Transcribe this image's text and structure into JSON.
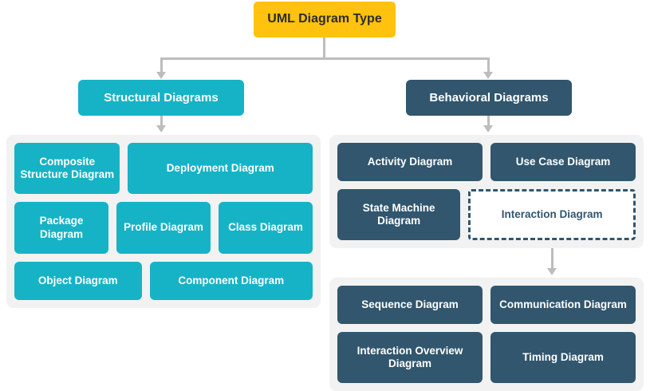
{
  "root": {
    "label": "UML Diagram Type",
    "color": "#ffc20e",
    "text_color": "#2b2b2b"
  },
  "colors": {
    "structural": "#16b3c6",
    "behavioral": "#31566e",
    "panel": "#f2f2f2",
    "connector": "#bdbdbd",
    "dashed_node_fill": "#ffffff"
  },
  "branches": {
    "structural": {
      "label": "Structural Diagrams",
      "groups": [
        {
          "rows": [
            [
              {
                "label": "Composite Structure Diagram",
                "style": "teal",
                "flex": 102
              },
              {
                "label": "Deployment Diagram",
                "style": "teal",
                "flex": 186
              }
            ],
            [
              {
                "label": "Package Diagram",
                "style": "teal",
                "flex": 1
              },
              {
                "label": "Profile Diagram",
                "style": "teal",
                "flex": 1
              },
              {
                "label": "Class Diagram",
                "style": "teal",
                "flex": 1
              }
            ],
            [
              {
                "label": "Object Diagram",
                "style": "teal",
                "flex": 164
              },
              {
                "label": "Component Diagram",
                "style": "teal",
                "flex": 214
              }
            ]
          ]
        }
      ]
    },
    "behavioral": {
      "label": "Behavioral Diagrams",
      "groups": [
        {
          "rows": [
            [
              {
                "label": "Activity Diagram",
                "style": "navy",
                "flex": 1
              },
              {
                "label": "Use Case Diagram",
                "style": "navy",
                "flex": 1
              }
            ],
            [
              {
                "label": "State Machine Diagram",
                "style": "navy",
                "flex": 161
              },
              {
                "label": "Interaction Diagram",
                "style": "dashed",
                "flex": 217
              }
            ]
          ]
        },
        {
          "rows": [
            [
              {
                "label": "Sequence Diagram",
                "style": "navy",
                "flex": 1
              },
              {
                "label": "Communication Diagram",
                "style": "navy",
                "flex": 1
              }
            ],
            [
              {
                "label": "Interaction Overview Diagram",
                "style": "navy",
                "flex": 1
              },
              {
                "label": "Timing Diagram",
                "style": "navy",
                "flex": 1
              }
            ]
          ]
        }
      ]
    }
  }
}
